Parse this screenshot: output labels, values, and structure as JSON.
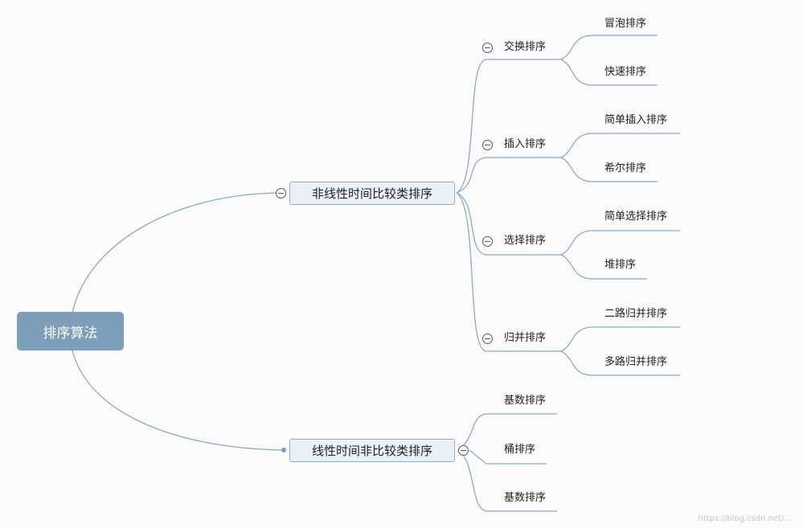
{
  "root": {
    "label": "排序算法"
  },
  "branches": {
    "nonlinear": {
      "label": "非线性时间比较类排序",
      "groups": {
        "exchange": {
          "label": "交换排序",
          "children": [
            "冒泡排序",
            "快速排序"
          ]
        },
        "insert": {
          "label": "插入排序",
          "children": [
            "简单插入排序",
            "希尔排序"
          ]
        },
        "select": {
          "label": "选择排序",
          "children": [
            "简单选择排序",
            "堆排序"
          ]
        },
        "merge": {
          "label": "归并排序",
          "children": [
            "二路归并排序",
            "多路归并排序"
          ]
        }
      }
    },
    "linear": {
      "label": "线性时间非比较类排序",
      "children": [
        "基数排序",
        "桶排序",
        "基数排序"
      ]
    }
  },
  "watermark": "https://blog.csdn.net/...",
  "colors": {
    "line": "#8eaabf",
    "root_fill": "#7e9fb9",
    "node_fill": "#eaf1f8"
  }
}
